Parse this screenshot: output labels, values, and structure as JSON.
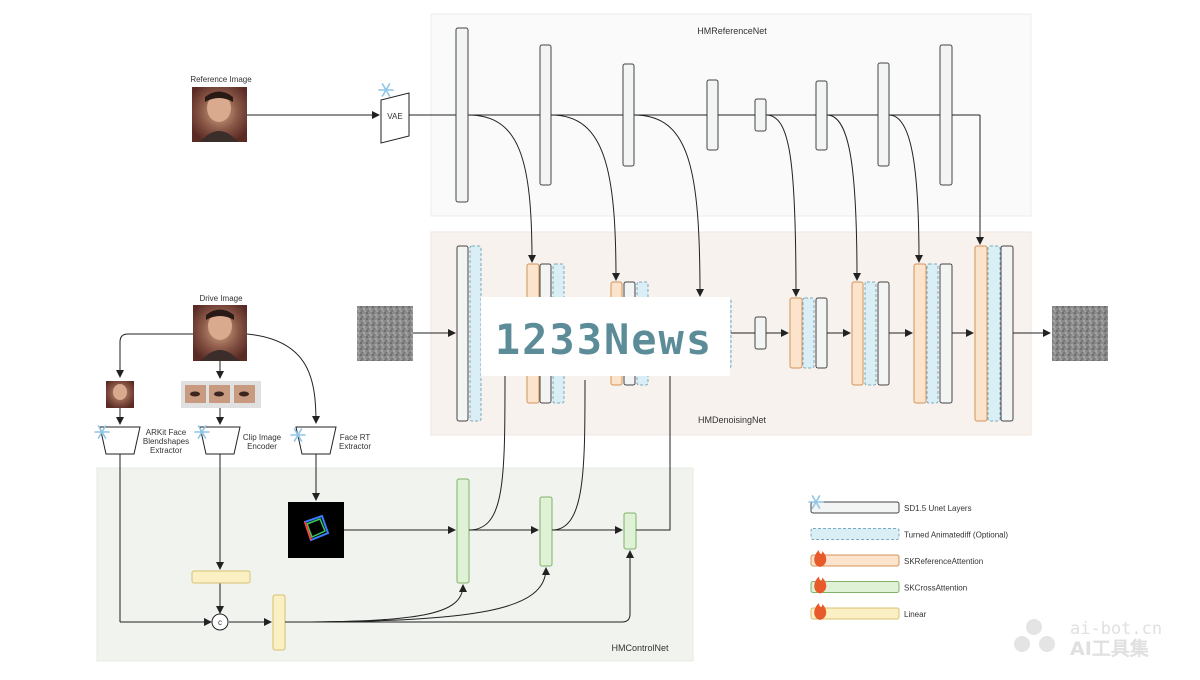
{
  "panels": {
    "reference_net": "HMReferenceNet",
    "denoising_net": "HMDenoisingNet",
    "control_net": "HMControlNet"
  },
  "labels": {
    "reference_image": "Reference Image",
    "drive_image": "Drive Image",
    "vae": "VAE",
    "arkit_line1": "ARKit Face",
    "arkit_line2": "Blendshapes",
    "arkit_line3": "Extractor",
    "clip_line1": "Clip Image",
    "clip_line2": "Encoder",
    "facert_line1": "Face RT",
    "facert_line2": "Extractor",
    "concat_symbol": "c"
  },
  "legend": [
    {
      "label": "SD1.5 Unet Layers",
      "fill": "#f3f4f4",
      "stroke": "#444444",
      "dashed": false,
      "icon": "snowflake-icon"
    },
    {
      "label": "Turned Animatediff (Optional)",
      "fill": "#d9eef5",
      "stroke": "#7aa9c0",
      "dashed": true,
      "icon": ""
    },
    {
      "label": "SKReferenceAttention",
      "fill": "#fbe3cc",
      "stroke": "#d4935a",
      "dashed": false,
      "icon": "flame-icon"
    },
    {
      "label": "SKCrossAttention",
      "fill": "#e0f2d6",
      "stroke": "#7fb36a",
      "dashed": false,
      "icon": "flame-icon"
    },
    {
      "label": "Linear",
      "fill": "#faf0c3",
      "stroke": "#d8c070",
      "dashed": false,
      "icon": "flame-icon"
    }
  ],
  "watermark_overlay": "1233News",
  "watermark_corner": {
    "line1": "ai-bot.cn",
    "line2": "AI工具集"
  },
  "colors": {
    "unet_fill": "#f3f4f4",
    "unet_stroke": "#444444",
    "anim_fill": "#d9eef5",
    "anim_stroke": "#7aa9c0",
    "ref_attn_fill": "#fbe3cc",
    "ref_attn_stroke": "#d4935a",
    "cross_attn_fill": "#e0f2d6",
    "cross_attn_stroke": "#7fb36a",
    "linear_fill": "#faf0c3",
    "linear_stroke": "#d8c070",
    "panel_reference": "#fafafa",
    "panel_denoising": "#f8f2ee",
    "panel_control": "#f0f3ee",
    "watermark_text": "#5c8c98"
  }
}
